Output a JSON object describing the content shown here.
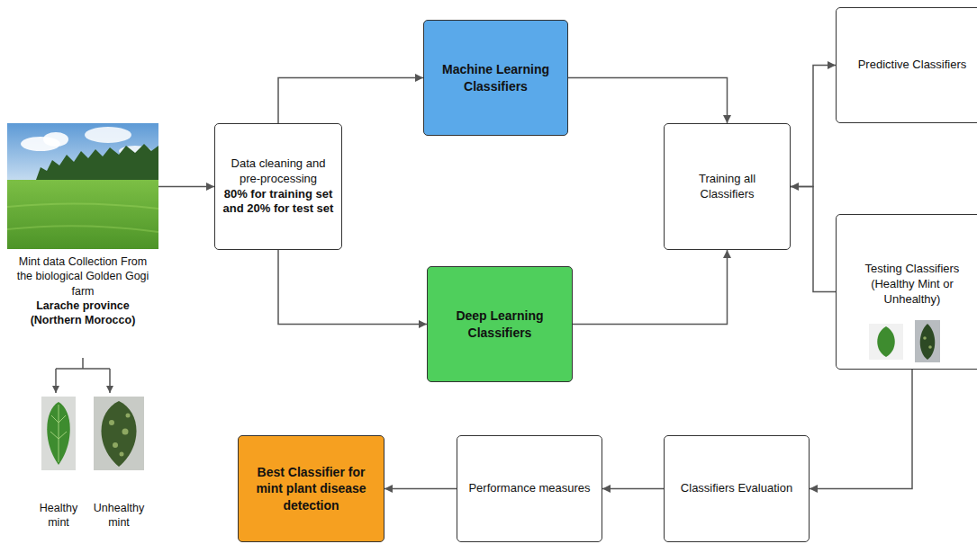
{
  "diagram": {
    "nodes": [
      {
        "text": [
          "Mint data Collection From the biological Golden Gogi farm",
          "Larache province (Northern Morocco)"
        ]
      },
      {
        "text": [
          "Data cleaning and pre-processing",
          "80% for training set and 20% for test set"
        ]
      },
      {
        "text": [
          "Machine Learning Classifiers"
        ]
      },
      {
        "text": [
          "Deep Learning Classifiers"
        ]
      },
      {
        "text": [
          "Training all Classifiers"
        ]
      },
      {
        "text": [
          "Predictive Classifiers"
        ]
      },
      {
        "text": [
          "Testing Classifiers (Healthy Mint or Unhealthy)"
        ]
      },
      {
        "text": [
          "Classifiers Evaluation"
        ]
      },
      {
        "text": [
          "Performance measures"
        ]
      },
      {
        "text": [
          "Best Classifier for mint plant disease detection"
        ]
      }
    ],
    "edges": [
      {
        "from": 0,
        "to": 1,
        "arrow": "to"
      },
      {
        "from": 1,
        "to": 2,
        "arrow": "to"
      },
      {
        "from": 1,
        "to": 3,
        "arrow": "to"
      },
      {
        "from": 2,
        "to": 4,
        "arrow": "to"
      },
      {
        "from": 3,
        "to": 4,
        "arrow": "to"
      },
      {
        "from": 6,
        "to": 4,
        "arrow": "to"
      },
      {
        "from": 4,
        "to": 5,
        "arrow": "to"
      },
      {
        "from": 6,
        "to": 7,
        "arrow": "to"
      },
      {
        "from": 7,
        "to": 8,
        "arrow": "to"
      },
      {
        "from": 8,
        "to": 9,
        "arrow": "to"
      }
    ],
    "labels": [
      "Healthy mint",
      "Unhealthy mint"
    ]
  }
}
